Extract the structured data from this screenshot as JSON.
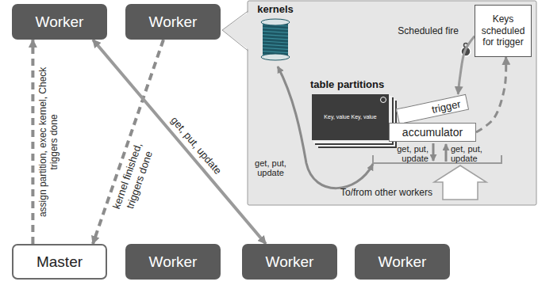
{
  "diagram": {
    "nodes": [
      {
        "text": [
          "Worker"
        ]
      },
      {
        "text": [
          "Worker"
        ]
      },
      {
        "text": [
          "kernels"
        ]
      },
      {
        "text": [
          "Keys scheduled for trigger"
        ]
      },
      {
        "text": [
          "table partitions",
          "Key, value Key, value"
        ]
      },
      {
        "text": [
          "trigger"
        ]
      },
      {
        "text": [
          "accumulator"
        ]
      },
      {
        "text": [
          "Master"
        ]
      },
      {
        "text": [
          "Worker"
        ]
      },
      {
        "text": [
          "Worker"
        ]
      },
      {
        "text": [
          "Worker"
        ]
      }
    ],
    "edges": [
      {
        "from": 7,
        "to": 0,
        "arrow": "to",
        "label": "assign partition, exec kernel, Check triggers done"
      },
      {
        "from": 1,
        "to": 7,
        "arrow": "to",
        "label": "kernel finished, triggers done"
      },
      {
        "from": 0,
        "to": 9,
        "arrow": "both",
        "label": "get, put, update"
      },
      {
        "from": 6,
        "to": 3,
        "arrow": "to"
      },
      {
        "from": 3,
        "to": 5,
        "arrow": "to"
      },
      {
        "from": 4,
        "to": 6,
        "arrow": "none"
      }
    ],
    "labels": [
      "Scheduled fire",
      "get, put, update",
      "get, put, update",
      "get, put, update",
      "To/from other workers"
    ]
  }
}
